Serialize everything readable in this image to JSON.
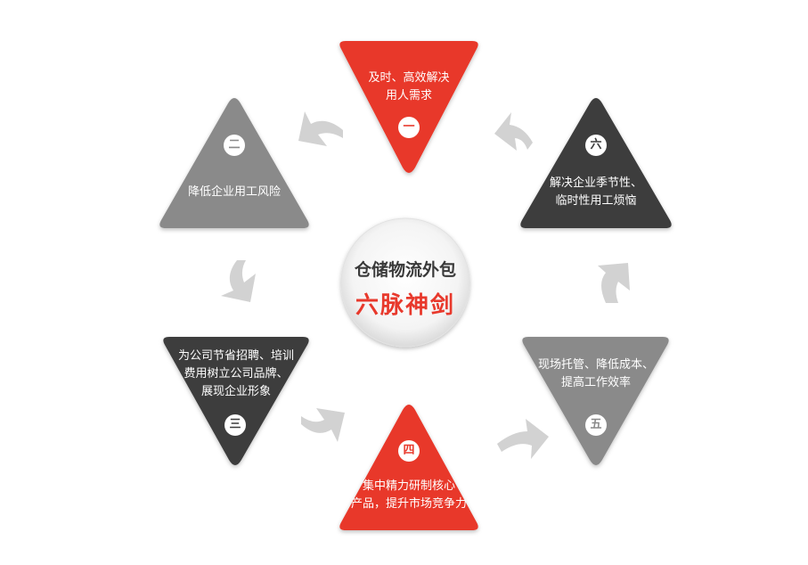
{
  "center": {
    "title": "仓储物流外包",
    "subtitle": "六脉神剑"
  },
  "colors": {
    "red": "#e8392c",
    "gray": "#8a8a8a",
    "dark": "#3c3c3c",
    "arrow": "#d2d2d2"
  },
  "items": [
    {
      "num": "一",
      "line1": "及时、高效解决",
      "line2": "用人需求",
      "line3": ""
    },
    {
      "num": "二",
      "line1": "降低企业用工风险",
      "line2": "",
      "line3": ""
    },
    {
      "num": "三",
      "line1": "为公司节省招聘、培训",
      "line2": "费用树立公司品牌、",
      "line3": "展现企业形象"
    },
    {
      "num": "四",
      "line1": "集中精力研制核心",
      "line2": "产品，提升市场竞争力",
      "line3": ""
    },
    {
      "num": "五",
      "line1": "现场托管、降低成本、",
      "line2": "提高工作效率",
      "line3": ""
    },
    {
      "num": "六",
      "line1": "解决企业季节性、",
      "line2": "临时性用工烦恼",
      "line3": ""
    }
  ]
}
